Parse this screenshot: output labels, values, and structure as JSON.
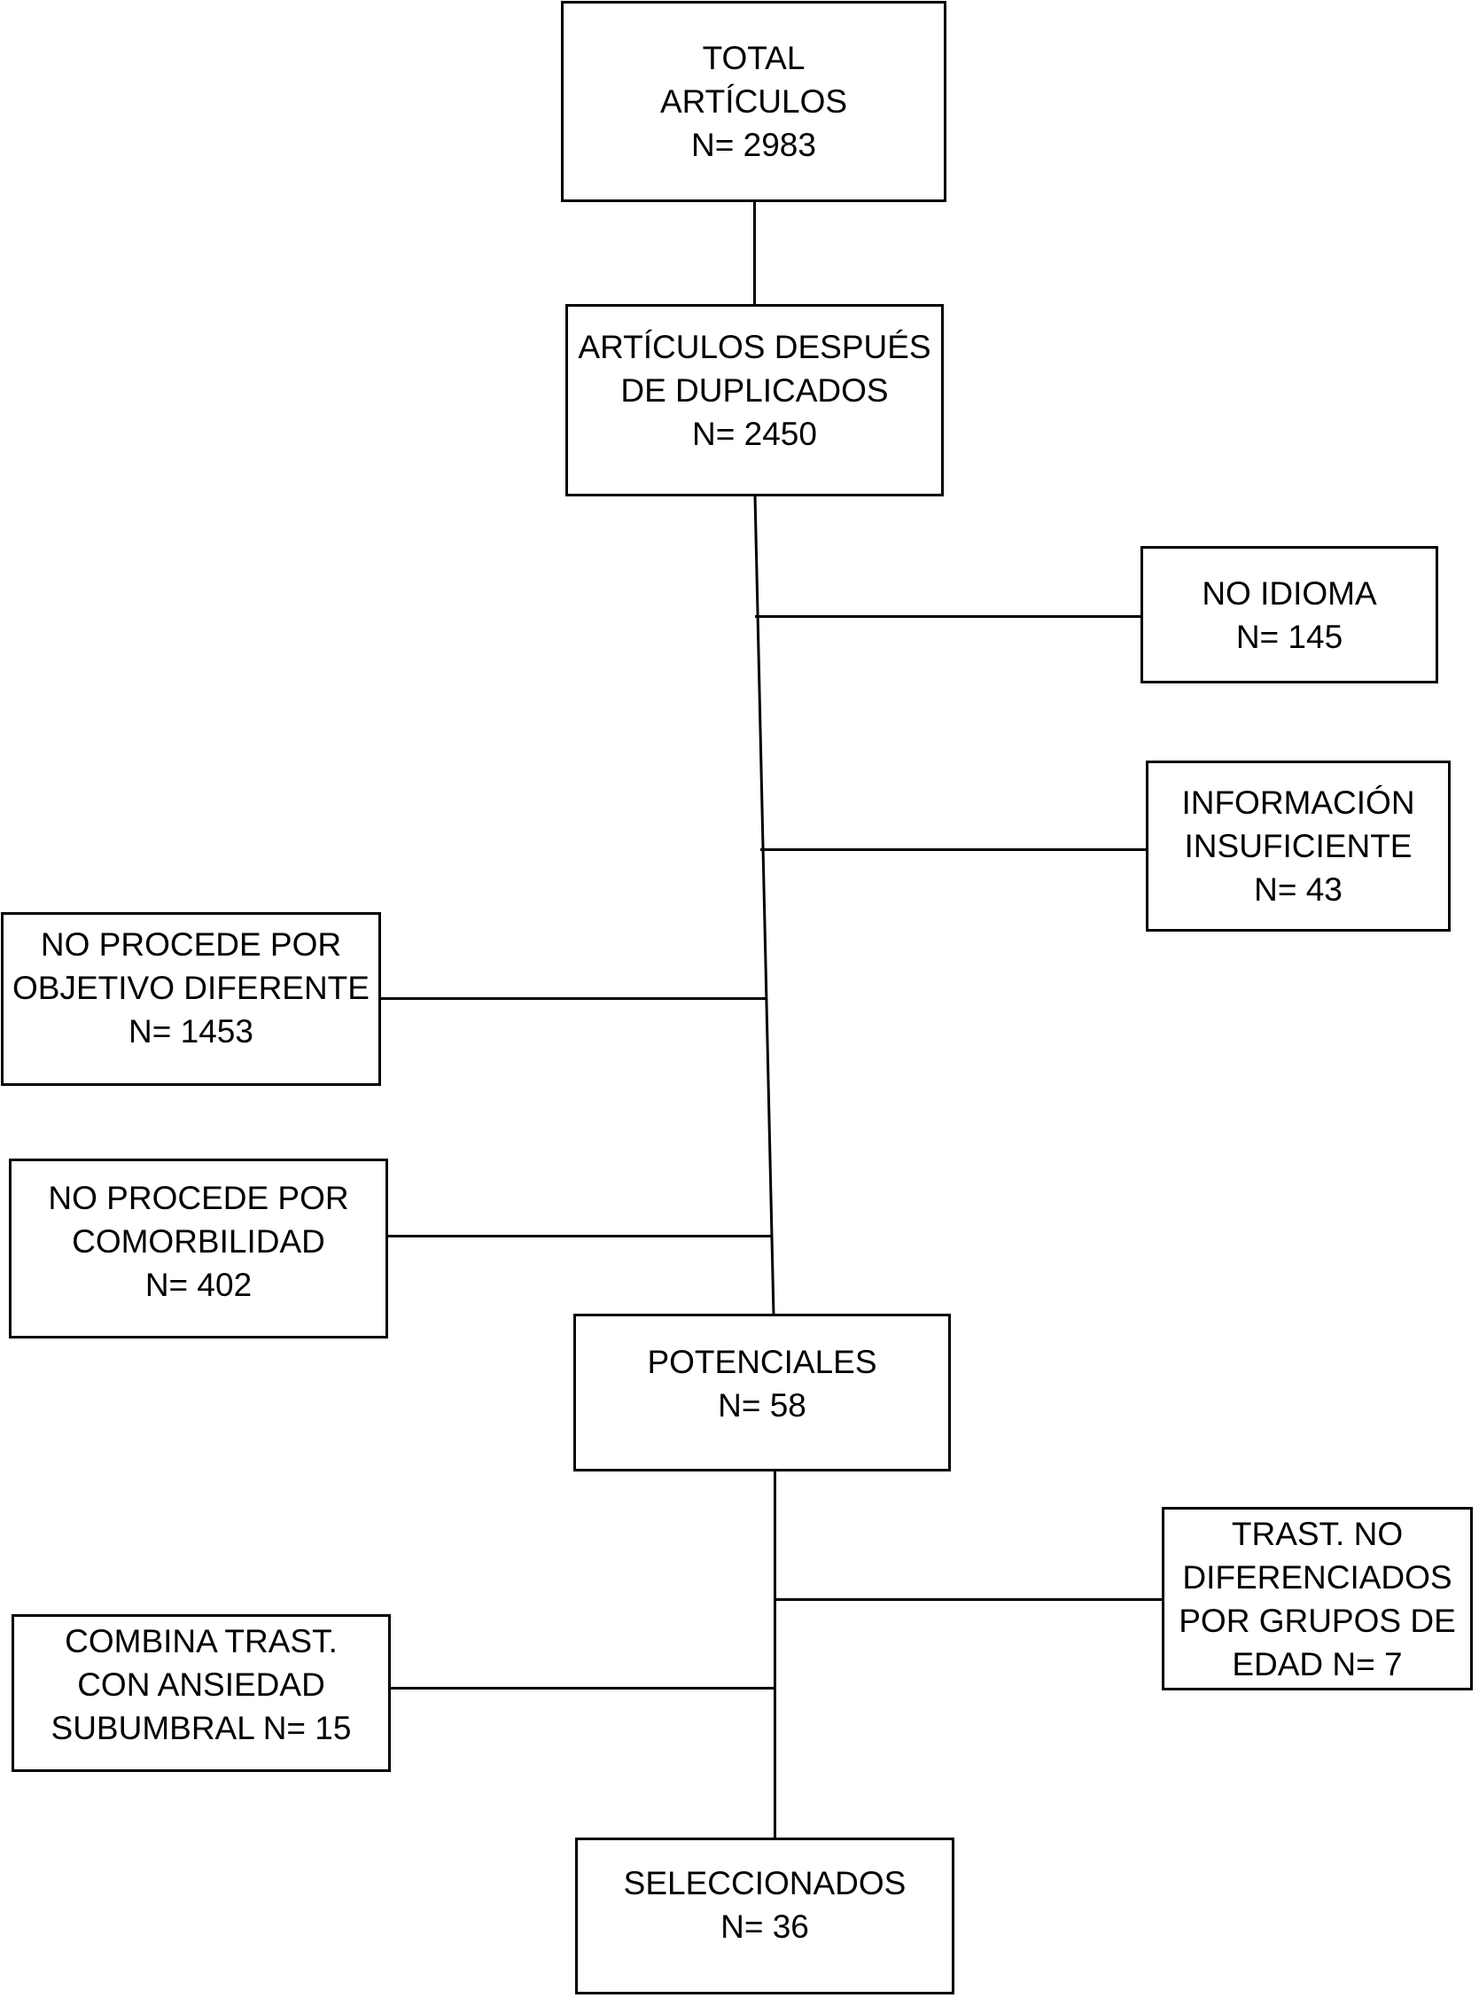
{
  "flowchart": {
    "boxes": {
      "total_articulos": {
        "lines": [
          "TOTAL",
          "ARTÍCULOS",
          "N= 2983"
        ],
        "n": 2983
      },
      "despues_duplicados": {
        "lines": [
          "ARTÍCULOS DESPUÉS",
          "DE DUPLICADOS",
          "N= 2450"
        ],
        "n": 2450
      },
      "no_idioma": {
        "lines": [
          "NO IDIOMA",
          "N= 145"
        ],
        "n": 145
      },
      "informacion_insuficiente": {
        "lines": [
          "INFORMACIÓN",
          "INSUFICIENTE",
          "N= 43"
        ],
        "n": 43
      },
      "objetivo_diferente": {
        "lines": [
          "NO PROCEDE POR",
          "OBJETIVO DIFERENTE",
          "N= 1453"
        ],
        "n": 1453
      },
      "comorbilidad": {
        "lines": [
          "NO PROCEDE POR",
          "COMORBILIDAD",
          "N= 402"
        ],
        "n": 402
      },
      "potenciales": {
        "lines": [
          "POTENCIALES",
          "N= 58"
        ],
        "n": 58
      },
      "trast_no_diferenciados": {
        "lines": [
          "TRAST. NO",
          "DIFERENCIADOS",
          "POR GRUPOS DE",
          "EDAD N= 7"
        ],
        "n": 7
      },
      "combina_trast": {
        "lines": [
          "COMBINA TRAST.",
          "CON ANSIEDAD",
          "SUBUMBRAL N= 15"
        ],
        "n": 15
      },
      "seleccionados": {
        "lines": [
          "SELECCIONADOS",
          "N= 36"
        ],
        "n": 36
      }
    },
    "colors": {
      "background": "#ffffff",
      "box_fill": "#ffffff",
      "box_border": "#000000",
      "text": "#000000",
      "connector": "#000000"
    }
  }
}
